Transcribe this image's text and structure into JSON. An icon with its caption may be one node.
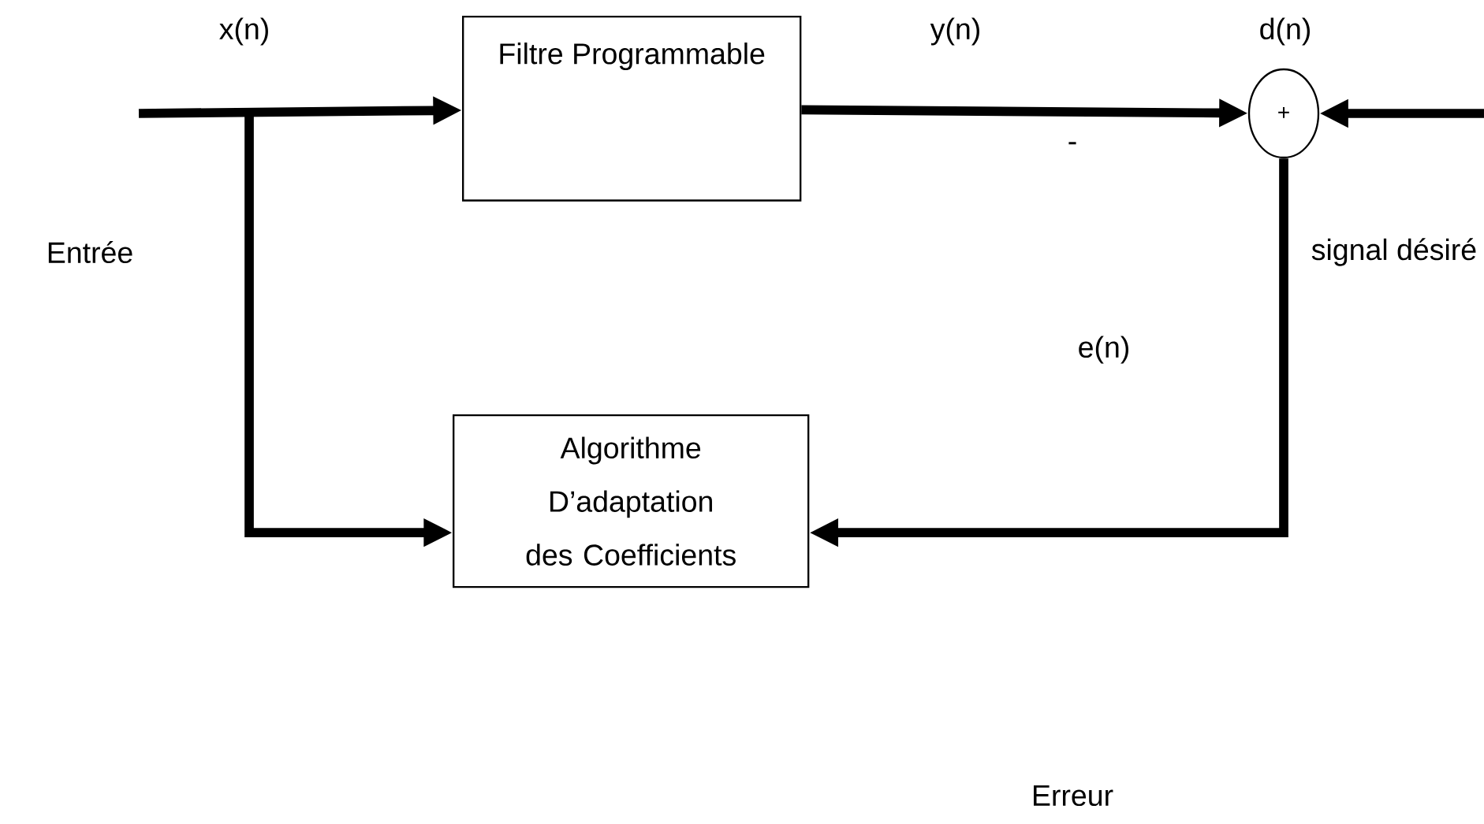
{
  "diagram": {
    "nodes": [
      {
        "text": [
          "Filtre Programmable"
        ]
      },
      {
        "text": [
          "Algorithme D’adaptation des Coefficients"
        ]
      },
      {
        "text": [
          "+"
        ]
      }
    ],
    "edges": [
      {
        "from": null,
        "to": 0,
        "arrow": "to"
      },
      {
        "from": null,
        "to": 1,
        "arrow": "to"
      },
      {
        "from": 0,
        "to": 2,
        "arrow": "to"
      },
      {
        "from": null,
        "to": 2,
        "arrow": "to"
      },
      {
        "from": 2,
        "to": 1,
        "arrow": "to"
      }
    ],
    "labels": [
      "x(n)",
      "y(n)",
      "d(n)",
      "-",
      "Entrée",
      "signal désiré",
      "e(n)",
      "Erreur"
    ]
  }
}
